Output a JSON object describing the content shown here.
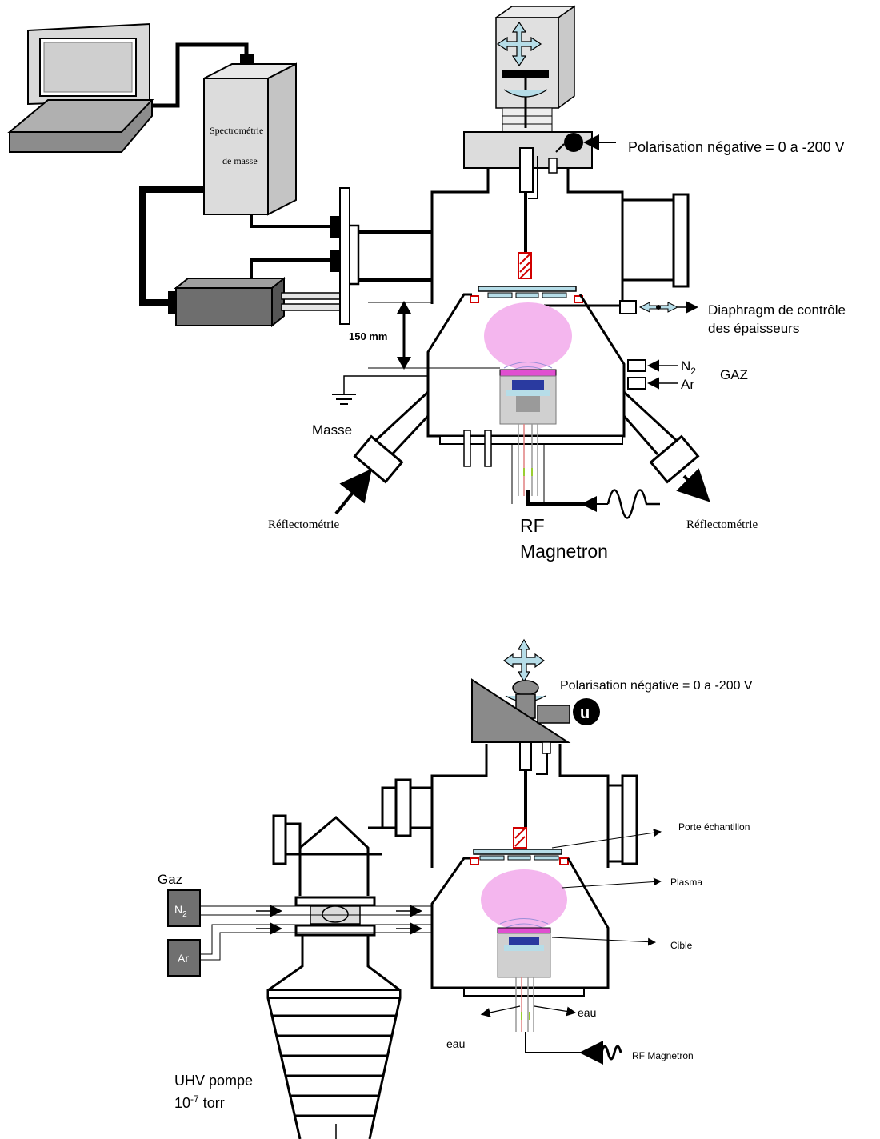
{
  "top": {
    "mass_spec_line1": "Spectrométrie",
    "mass_spec_line2": "de masse",
    "bias_label": "Polarisation négative  = 0 a -200 V",
    "distance_label": "150 mm",
    "diaphragm_line1": "Diaphragm de contrôle",
    "diaphragm_line2": "des épaisseurs",
    "gas_n2": "N",
    "gas_n2_sub": "2",
    "gas_ar": "Ar",
    "gas_label": "GAZ",
    "ground_label": "Masse",
    "reflecto_left": "Réflectométrie",
    "reflecto_right": "Réflectométrie",
    "rf_line1": "RF",
    "rf_line2": "Magnetron"
  },
  "bottom": {
    "bias_label": "Polarisation négative  = 0 a -200 V",
    "bias_symbol": "u",
    "sample_holder": "Porte échantillon",
    "plasma": "Plasma",
    "target": "Cible",
    "gas_label": "Gaz",
    "gas_n2": "N",
    "gas_n2_sub": "2",
    "gas_ar": "Ar",
    "water_right": "eau",
    "water_left": "eau",
    "rf_label": "RF Magnetron",
    "pump_line1": "UHV pompe",
    "pump_line2_base": "10",
    "pump_line2_exp": "-7",
    "pump_line2_unit": " torr"
  },
  "colors": {
    "plasma": "#f4b6ee",
    "gray_box": "#dcdcdc",
    "dark_gray": "#7a7a7a",
    "light_blue": "#b6dde8",
    "red": "#d10000"
  }
}
